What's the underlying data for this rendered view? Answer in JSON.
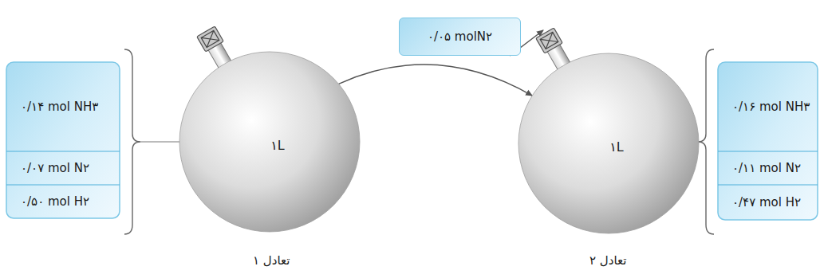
{
  "diagram": {
    "nodes": [
      {
        "text": [
          "۰/۱۴ mol NH۳"
        ]
      },
      {
        "text": [
          "۰/۰۷ mol N۲"
        ]
      },
      {
        "text": [
          "۰/۵۰ mol H۲"
        ]
      },
      {
        "text": [
          "۱L"
        ]
      },
      {
        "text": [
          "۰/۰۵ molN۲"
        ]
      },
      {
        "text": [
          "۱L"
        ]
      },
      {
        "text": [
          "۰/۱۶ mol NH۳"
        ]
      },
      {
        "text": [
          "۰/۱۱ mol N۲"
        ]
      },
      {
        "text": [
          "۰/۴۷ mol H۲"
        ]
      }
    ],
    "edges": [
      {
        "from": 3,
        "to": 5,
        "arrow": "to"
      },
      {
        "from": 4,
        "to": 5,
        "arrow": "to"
      }
    ],
    "labels": [
      "تعادل ۱",
      "تعادل ۲"
    ]
  }
}
